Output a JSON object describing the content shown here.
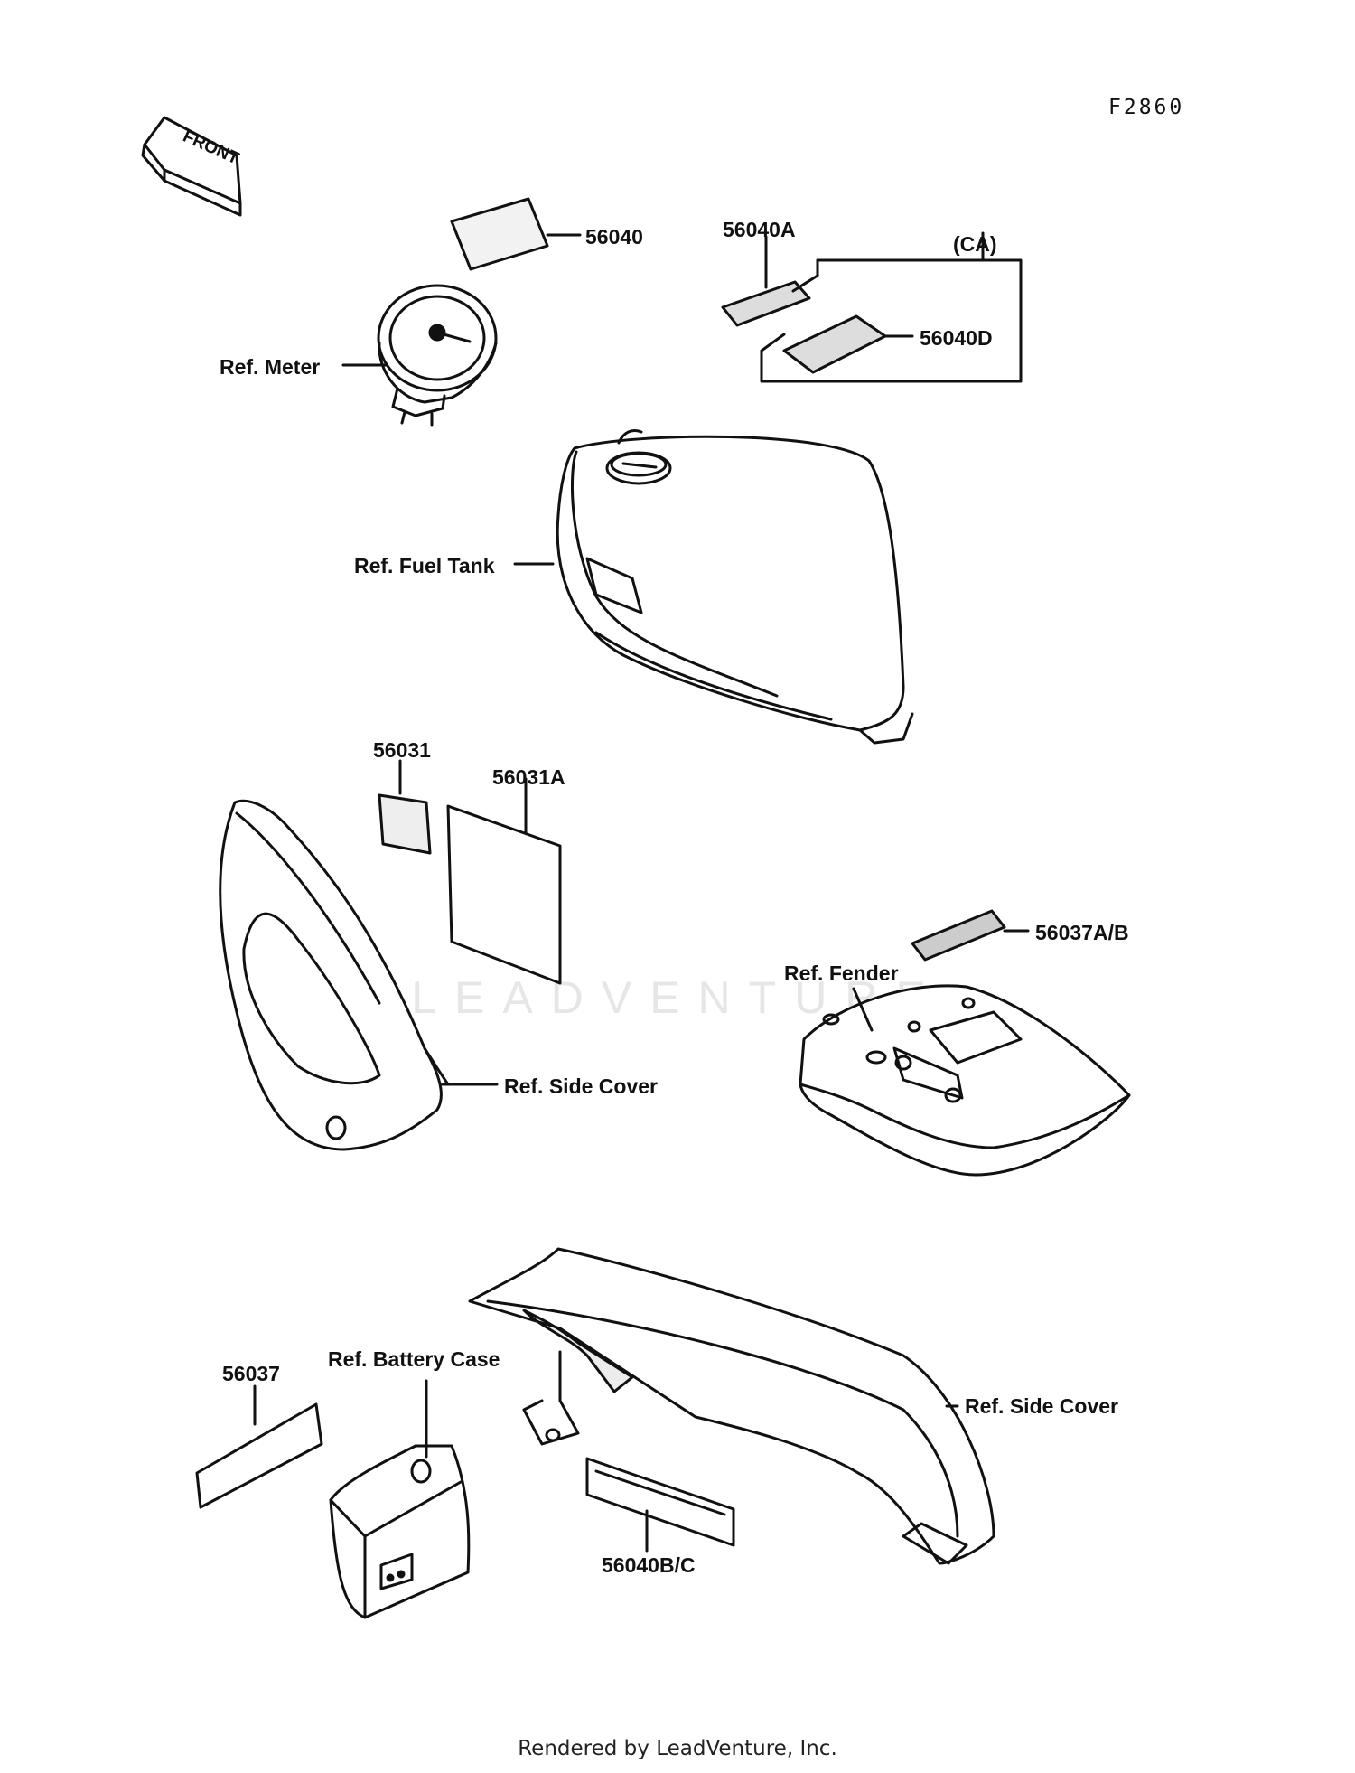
{
  "figure_id": "F2860",
  "front_label": "FRONT",
  "watermark": "LEADVENTURE",
  "footer": "Rendered by LeadVenture, Inc.",
  "labels": {
    "p56040": "56040",
    "p56040A": "56040A",
    "ca": "(CA)",
    "p56040D": "56040D",
    "meter": "Ref. Meter",
    "fuel_tank": "Ref. Fuel Tank",
    "p56031": "56031",
    "p56031A": "56031A",
    "p56037AB": "56037A/B",
    "fender": "Ref. Fender",
    "side_cover_1": "Ref. Side Cover",
    "p56037": "56037",
    "battery_case": "Ref. Battery Case",
    "side_cover_2": "Ref. Side Cover",
    "p56040BC": "56040B/C"
  }
}
